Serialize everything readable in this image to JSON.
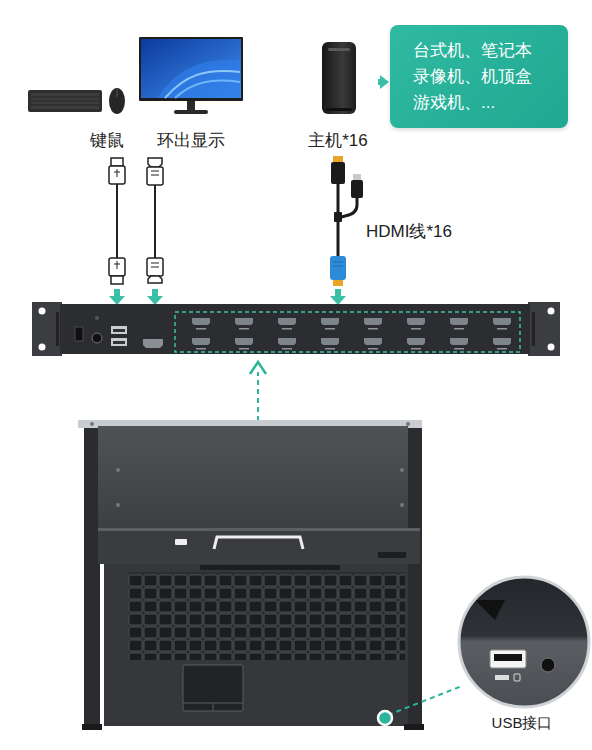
{
  "diagram": {
    "nodes": [
      {
        "text": [
          "主机*16"
        ]
      },
      {
        "text": [
          "台式机、笔记本 录像机、机顶盒 游戏机、..."
        ]
      }
    ],
    "edges": [
      {
        "from": 0,
        "to": 1,
        "arrow": "to"
      }
    ],
    "labels": [
      "键鼠",
      "环出显示",
      "HDMI线*16",
      "USB接口"
    ]
  }
}
